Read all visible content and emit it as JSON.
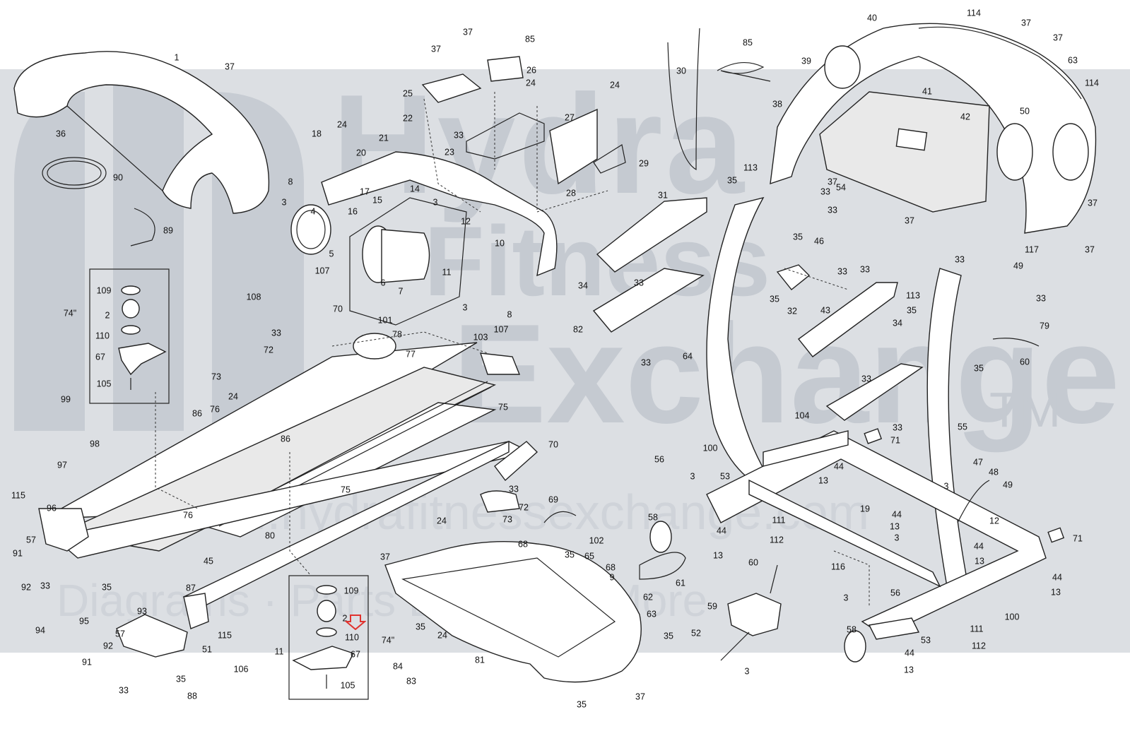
{
  "watermark": {
    "line1": "Hydra",
    "line2": "Fitness",
    "line3": "Exchange",
    "trademark": "TM",
    "url": "www.hydrafitnessexchange.com",
    "tagline": "Diagrams · Parts Lists And More"
  },
  "callouts": [
    {
      "id": "c1",
      "label": "1"
    },
    {
      "id": "c37a",
      "label": "37"
    },
    {
      "id": "c36",
      "label": "36"
    },
    {
      "id": "c90",
      "label": "90"
    },
    {
      "id": "c89",
      "label": "89"
    },
    {
      "id": "c18",
      "label": "18"
    },
    {
      "id": "c24a",
      "label": "24"
    },
    {
      "id": "c20",
      "label": "20"
    },
    {
      "id": "c21",
      "label": "21"
    },
    {
      "id": "c22",
      "label": "22"
    },
    {
      "id": "c8a",
      "label": "8"
    },
    {
      "id": "c3a",
      "label": "3"
    },
    {
      "id": "c17",
      "label": "17"
    },
    {
      "id": "c15",
      "label": "15"
    },
    {
      "id": "c14",
      "label": "14"
    },
    {
      "id": "c16",
      "label": "16"
    },
    {
      "id": "c4",
      "label": "4"
    },
    {
      "id": "c5",
      "label": "5"
    },
    {
      "id": "c6",
      "label": "6"
    },
    {
      "id": "c7",
      "label": "7"
    },
    {
      "id": "c107a",
      "label": "107"
    },
    {
      "id": "c108",
      "label": "108"
    },
    {
      "id": "c109a",
      "label": "109"
    },
    {
      "id": "c2a",
      "label": "2"
    },
    {
      "id": "c110a",
      "label": "110"
    },
    {
      "id": "c67a",
      "label": "67"
    },
    {
      "id": "c105a",
      "label": "105"
    },
    {
      "id": "c74a",
      "label": "74\""
    },
    {
      "id": "c37b",
      "label": "37"
    },
    {
      "id": "c37c",
      "label": "37"
    },
    {
      "id": "c85a",
      "label": "85"
    },
    {
      "id": "c25",
      "label": "25"
    },
    {
      "id": "c26",
      "label": "26"
    },
    {
      "id": "c24b",
      "label": "24"
    },
    {
      "id": "c33a",
      "label": "33"
    },
    {
      "id": "c23",
      "label": "23"
    },
    {
      "id": "c3b",
      "label": "3"
    },
    {
      "id": "c12a",
      "label": "12"
    },
    {
      "id": "c11",
      "label": "11"
    },
    {
      "id": "c10",
      "label": "10"
    },
    {
      "id": "c3c",
      "label": "3"
    },
    {
      "id": "c8b",
      "label": "8"
    },
    {
      "id": "c24c",
      "label": "24"
    },
    {
      "id": "c27",
      "label": "27"
    },
    {
      "id": "c29",
      "label": "29"
    },
    {
      "id": "c28",
      "label": "28"
    },
    {
      "id": "c30",
      "label": "30"
    },
    {
      "id": "c85b",
      "label": "85"
    },
    {
      "id": "c70a",
      "label": "70"
    },
    {
      "id": "c101",
      "label": "101"
    },
    {
      "id": "c78",
      "label": "78"
    },
    {
      "id": "c33b",
      "label": "33"
    },
    {
      "id": "c72a",
      "label": "72"
    },
    {
      "id": "c73a",
      "label": "73"
    },
    {
      "id": "c24d",
      "label": "24"
    },
    {
      "id": "c77",
      "label": "77"
    },
    {
      "id": "c103",
      "label": "103"
    },
    {
      "id": "c107b",
      "label": "107"
    },
    {
      "id": "c99",
      "label": "99"
    },
    {
      "id": "c98",
      "label": "98"
    },
    {
      "id": "c86a",
      "label": "86"
    },
    {
      "id": "c76a",
      "label": "76"
    },
    {
      "id": "c86b",
      "label": "86"
    },
    {
      "id": "c75a",
      "label": "75"
    },
    {
      "id": "c97",
      "label": "97"
    },
    {
      "id": "c115a",
      "label": "115"
    },
    {
      "id": "c96",
      "label": "96"
    },
    {
      "id": "c76b",
      "label": "76"
    },
    {
      "id": "c75b",
      "label": "75"
    },
    {
      "id": "c70b",
      "label": "70"
    },
    {
      "id": "c33c",
      "label": "33"
    },
    {
      "id": "c72b",
      "label": "72"
    },
    {
      "id": "c24e",
      "label": "24"
    },
    {
      "id": "c73b",
      "label": "73"
    },
    {
      "id": "c69",
      "label": "69"
    },
    {
      "id": "c91a",
      "label": "91"
    },
    {
      "id": "c57a",
      "label": "57"
    },
    {
      "id": "c92a",
      "label": "92"
    },
    {
      "id": "c33d",
      "label": "33"
    },
    {
      "id": "c35a",
      "label": "35"
    },
    {
      "id": "c95",
      "label": "95"
    },
    {
      "id": "c80",
      "label": "80"
    },
    {
      "id": "c45",
      "label": "45"
    },
    {
      "id": "c37d",
      "label": "37"
    },
    {
      "id": "c87",
      "label": "87"
    },
    {
      "id": "c109b",
      "label": "109"
    },
    {
      "id": "c2b",
      "label": "2"
    },
    {
      "id": "c110b",
      "label": "110"
    },
    {
      "id": "c74b",
      "label": "74\""
    },
    {
      "id": "c67b",
      "label": "67"
    },
    {
      "id": "c105b",
      "label": "105"
    },
    {
      "id": "c93",
      "label": "93"
    },
    {
      "id": "c94",
      "label": "94"
    },
    {
      "id": "c91b",
      "label": "91"
    },
    {
      "id": "c92b",
      "label": "92"
    },
    {
      "id": "c57b",
      "label": "57"
    },
    {
      "id": "c33e",
      "label": "33"
    },
    {
      "id": "c35b",
      "label": "35"
    },
    {
      "id": "c88",
      "label": "88"
    },
    {
      "id": "c51",
      "label": "51"
    },
    {
      "id": "c115b",
      "label": "115"
    },
    {
      "id": "c11b",
      "label": "11"
    },
    {
      "id": "c106",
      "label": "106"
    },
    {
      "id": "c35c",
      "label": "35"
    },
    {
      "id": "c68a",
      "label": "68"
    },
    {
      "id": "c84",
      "label": "84"
    },
    {
      "id": "c24f",
      "label": "24"
    },
    {
      "id": "c81",
      "label": "81"
    },
    {
      "id": "c83",
      "label": "83"
    },
    {
      "id": "c35d",
      "label": "35"
    },
    {
      "id": "c102",
      "label": "102"
    },
    {
      "id": "c65",
      "label": "65"
    },
    {
      "id": "c68b",
      "label": "68"
    },
    {
      "id": "c9",
      "label": "9"
    },
    {
      "id": "c62",
      "label": "62"
    },
    {
      "id": "c63a",
      "label": "63"
    },
    {
      "id": "c35e",
      "label": "35"
    },
    {
      "id": "c37e",
      "label": "37"
    },
    {
      "id": "c35f",
      "label": "35"
    },
    {
      "id": "c40",
      "label": "40"
    },
    {
      "id": "c114a",
      "label": "114"
    },
    {
      "id": "c37f",
      "label": "37"
    },
    {
      "id": "c37g",
      "label": "37"
    },
    {
      "id": "c63b",
      "label": "63"
    },
    {
      "id": "c114b",
      "label": "114"
    },
    {
      "id": "c39",
      "label": "39"
    },
    {
      "id": "c38",
      "label": "38"
    },
    {
      "id": "c41",
      "label": "41"
    },
    {
      "id": "c42",
      "label": "42"
    },
    {
      "id": "c50",
      "label": "50"
    },
    {
      "id": "c113a",
      "label": "113"
    },
    {
      "id": "c35g",
      "label": "35"
    },
    {
      "id": "c37h",
      "label": "37"
    },
    {
      "id": "c33f",
      "label": "33"
    },
    {
      "id": "c54",
      "label": "54"
    },
    {
      "id": "c33g",
      "label": "33"
    },
    {
      "id": "c37i",
      "label": "37"
    },
    {
      "id": "c37j",
      "label": "37"
    },
    {
      "id": "c31",
      "label": "31"
    },
    {
      "id": "c35h",
      "label": "35"
    },
    {
      "id": "c46",
      "label": "46"
    },
    {
      "id": "c33h",
      "label": "33"
    },
    {
      "id": "c33i",
      "label": "33"
    },
    {
      "id": "c33j",
      "label": "33"
    },
    {
      "id": "c117",
      "label": "117"
    },
    {
      "id": "c37k",
      "label": "37"
    },
    {
      "id": "c49a",
      "label": "49"
    },
    {
      "id": "c34a",
      "label": "34"
    },
    {
      "id": "c33k",
      "label": "33"
    },
    {
      "id": "c35i",
      "label": "35"
    },
    {
      "id": "c32",
      "label": "32"
    },
    {
      "id": "c113b",
      "label": "113"
    },
    {
      "id": "c33l",
      "label": "33"
    },
    {
      "id": "c82",
      "label": "82"
    },
    {
      "id": "c33m",
      "label": "33"
    },
    {
      "id": "c35j",
      "label": "35"
    },
    {
      "id": "c79",
      "label": "79"
    },
    {
      "id": "c43",
      "label": "43"
    },
    {
      "id": "c34b",
      "label": "34"
    },
    {
      "id": "c64",
      "label": "64"
    },
    {
      "id": "c60a",
      "label": "60"
    },
    {
      "id": "c35k",
      "label": "35"
    },
    {
      "id": "c33n",
      "label": "33"
    },
    {
      "id": "c104",
      "label": "104"
    },
    {
      "id": "c33o",
      "label": "33"
    },
    {
      "id": "c55",
      "label": "55"
    },
    {
      "id": "c71a",
      "label": "71"
    },
    {
      "id": "c100a",
      "label": "100"
    },
    {
      "id": "c56a",
      "label": "56"
    },
    {
      "id": "c3d",
      "label": "3"
    },
    {
      "id": "c53a",
      "label": "53"
    },
    {
      "id": "c44a",
      "label": "44"
    },
    {
      "id": "c13a",
      "label": "13"
    },
    {
      "id": "c47",
      "label": "47"
    },
    {
      "id": "c48",
      "label": "48"
    },
    {
      "id": "c49b",
      "label": "49"
    },
    {
      "id": "c3e",
      "label": "3"
    },
    {
      "id": "c111a",
      "label": "111"
    },
    {
      "id": "c112a",
      "label": "112"
    },
    {
      "id": "c58a",
      "label": "58"
    },
    {
      "id": "c44b",
      "label": "44"
    },
    {
      "id": "c13b",
      "label": "13"
    },
    {
      "id": "c19",
      "label": "19"
    },
    {
      "id": "c44c",
      "label": "44"
    },
    {
      "id": "c13c",
      "label": "13"
    },
    {
      "id": "c3f",
      "label": "3"
    },
    {
      "id": "c12b",
      "label": "12"
    },
    {
      "id": "c71b",
      "label": "71"
    },
    {
      "id": "c44d",
      "label": "44"
    },
    {
      "id": "c13d",
      "label": "13"
    },
    {
      "id": "c116",
      "label": "116"
    },
    {
      "id": "c60b",
      "label": "60"
    },
    {
      "id": "c61",
      "label": "61"
    },
    {
      "id": "c59",
      "label": "59"
    },
    {
      "id": "c44e",
      "label": "44"
    },
    {
      "id": "c13e",
      "label": "13"
    },
    {
      "id": "c3g",
      "label": "3"
    },
    {
      "id": "c56b",
      "label": "56"
    },
    {
      "id": "c100b",
      "label": "100"
    },
    {
      "id": "c111b",
      "label": "111"
    },
    {
      "id": "c53b",
      "label": "53"
    },
    {
      "id": "c112b",
      "label": "112"
    },
    {
      "id": "c52",
      "label": "52"
    },
    {
      "id": "c3h",
      "label": "3"
    },
    {
      "id": "c58b",
      "label": "58"
    },
    {
      "id": "c44f",
      "label": "44"
    },
    {
      "id": "c13f",
      "label": "13"
    }
  ],
  "highlight": {
    "marks_callout": "110",
    "color": "#e0332f"
  }
}
